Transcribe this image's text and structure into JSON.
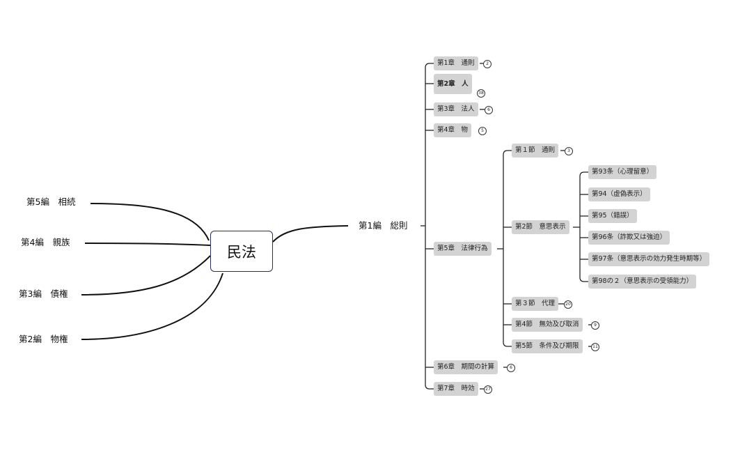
{
  "root": {
    "label": "民法"
  },
  "left_branches": [
    {
      "label": "第5編　相続"
    },
    {
      "label": "第4編　親族"
    },
    {
      "label": "第3編　債権"
    },
    {
      "label": "第2編　物権"
    }
  ],
  "right_branch": {
    "label": "第1編　総則"
  },
  "chapters": [
    {
      "label": "第1章　通則",
      "count": "2"
    },
    {
      "label": "第2章　人",
      "count": "38"
    },
    {
      "label": "第3章　法人",
      "count": "6"
    },
    {
      "label": "第4章　物",
      "count": "5"
    },
    {
      "label": "第5章　法律行為",
      "count": ""
    },
    {
      "label": "第6章　期間の計算",
      "count": "6"
    },
    {
      "label": "第7章　時効",
      "count": "27"
    }
  ],
  "sections": [
    {
      "label": "第１節　通則",
      "count": "3"
    },
    {
      "label": "第2節　意思表示",
      "count": ""
    },
    {
      "label": "第３節　代理",
      "count": "20"
    },
    {
      "label": "第4節　無効及び取消",
      "count": "9"
    },
    {
      "label": "第5節　条件及び期限",
      "count": "11"
    }
  ],
  "articles": [
    {
      "label": "第93条（心理留意）"
    },
    {
      "label": "第94（虚偽表示）"
    },
    {
      "label": "第95（錯誤）"
    },
    {
      "label": "第96条（詐欺又は強迫）"
    },
    {
      "label": "第97条（意思表示の効力発生時期等）"
    },
    {
      "label": "第98の２（意思表示の受領能力）"
    }
  ]
}
